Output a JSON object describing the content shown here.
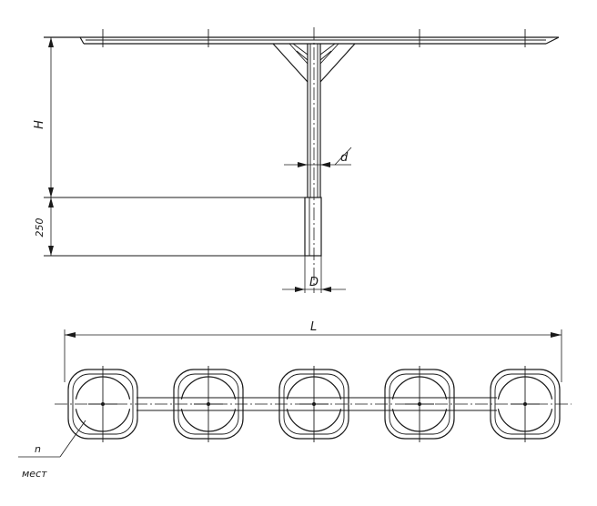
{
  "labels": {
    "height": "H",
    "seat_height": "250",
    "pipe_diameter_small": "d",
    "pipe_diameter_large": "D",
    "length": "L",
    "seats_count": "n",
    "seats_unit": "мест"
  },
  "seats": [
    {
      "id": 1
    },
    {
      "id": 2
    },
    {
      "id": 3
    },
    {
      "id": 4
    },
    {
      "id": 5
    }
  ]
}
